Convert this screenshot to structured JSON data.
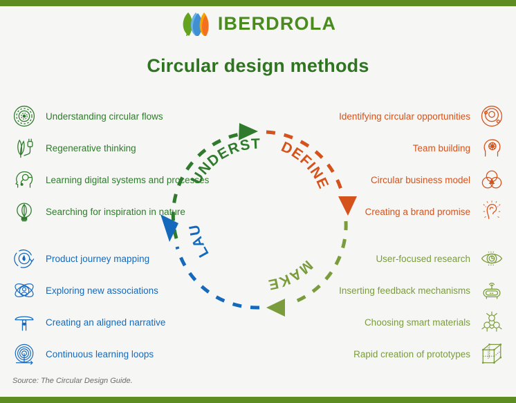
{
  "header": {
    "brand": "IBERDROLA",
    "logo_icon": "iberdrola-leaves-logo",
    "title": "Circular design methods"
  },
  "colors": {
    "bar": "#5d8c22",
    "background": "#f6f6f4",
    "understand": "#2f7a2c",
    "define": "#d4521c",
    "make": "#7a9c3c",
    "launch": "#1569bd",
    "title": "#2f7521",
    "brand_text": "#4a8b1e",
    "source_text": "#6b6b6b"
  },
  "wheel": {
    "quadrants": [
      {
        "label": "UNDERSTAND",
        "color_key": "understand",
        "arrow": "arrow-right-top"
      },
      {
        "label": "DEFINE",
        "color_key": "define",
        "arrow": "arrow-down-right"
      },
      {
        "label": "MAKE",
        "color_key": "make",
        "arrow": "arrow-left-bottom"
      },
      {
        "label": "LAUNCH",
        "color_key": "launch",
        "arrow": "arrow-up-left"
      }
    ]
  },
  "sections": {
    "understand": {
      "name": "UNDERSTAND",
      "items": [
        {
          "label": "Understanding circular flows",
          "icon": "circular-flows-icon"
        },
        {
          "label": "Regenerative thinking",
          "icon": "plant-plug-icon"
        },
        {
          "label": "Learning digital systems and processes",
          "icon": "head-circuit-icon"
        },
        {
          "label": "Searching for inspiration in nature",
          "icon": "lightbulb-leaf-icon"
        }
      ]
    },
    "define": {
      "name": "DEFINE",
      "items": [
        {
          "label": "Identifying circular opportunities",
          "icon": "orbit-target-icon"
        },
        {
          "label": "Team building",
          "icon": "head-network-icon"
        },
        {
          "label": "Circular business model",
          "icon": "venn-circles-icon"
        },
        {
          "label": "Creating a brand promise",
          "icon": "ear-sound-icon"
        }
      ]
    },
    "make": {
      "name": "MAKE",
      "items": [
        {
          "label": "User-focused research",
          "icon": "eye-research-icon"
        },
        {
          "label": "Inserting feedback mechanisms",
          "icon": "sensor-device-icon"
        },
        {
          "label": "Choosing smart materials",
          "icon": "molecule-icon"
        },
        {
          "label": "Rapid creation of prototypes",
          "icon": "wireframe-cube-icon"
        }
      ]
    },
    "launch": {
      "name": "LAUNCH",
      "items": [
        {
          "label": "Product journey mapping",
          "icon": "droplet-cycle-icon"
        },
        {
          "label": "Exploring new associations",
          "icon": "atom-person-icon"
        },
        {
          "label": "Creating an aligned narrative",
          "icon": "person-aligned-icon"
        },
        {
          "label": "Continuous learning loops",
          "icon": "spiral-loop-icon"
        }
      ]
    }
  },
  "footer": {
    "source": "Source: The Circular Design Guide."
  }
}
